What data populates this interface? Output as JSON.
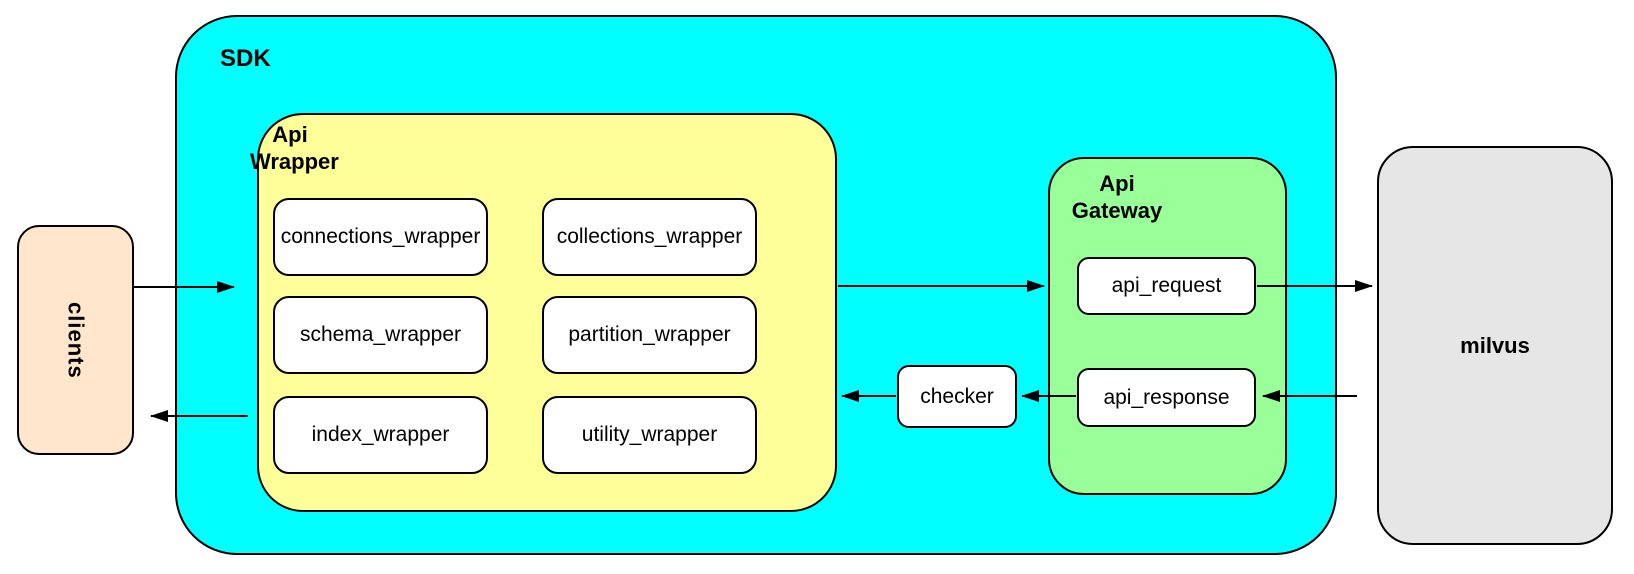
{
  "colors": {
    "sdk_fill": "#00FFFF",
    "api_wrapper_fill": "#FFFF99",
    "api_gateway_fill": "#99FF99",
    "clients_fill": "#FFE6CC",
    "milvus_fill": "#E6E6E6",
    "inner_box_fill": "#FFFFFF",
    "border": "#000000"
  },
  "nodes": {
    "clients": {
      "label": "clients"
    },
    "sdk": {
      "label": "SDK"
    },
    "api_wrapper": {
      "label": [
        "Api",
        "Wrapper"
      ],
      "boxes": [
        "connections_wrapper",
        "collections_wrapper",
        "schema_wrapper",
        "partition_wrapper",
        "index_wrapper",
        "utility_wrapper"
      ]
    },
    "checker": {
      "label": "checker"
    },
    "api_gateway": {
      "label": [
        "Api",
        "Gateway"
      ],
      "boxes": [
        "api_request",
        "api_response"
      ]
    },
    "milvus": {
      "label": "milvus"
    }
  },
  "edges": [
    {
      "from": "clients",
      "to": "sdk"
    },
    {
      "from": "api_wrapper",
      "to": "api_gateway"
    },
    {
      "from": "api_request",
      "to": "milvus"
    },
    {
      "from": "milvus",
      "to": "api_response"
    },
    {
      "from": "api_response",
      "to": "checker"
    },
    {
      "from": "checker",
      "to": "api_wrapper"
    },
    {
      "from": "sdk",
      "to": "clients"
    }
  ]
}
